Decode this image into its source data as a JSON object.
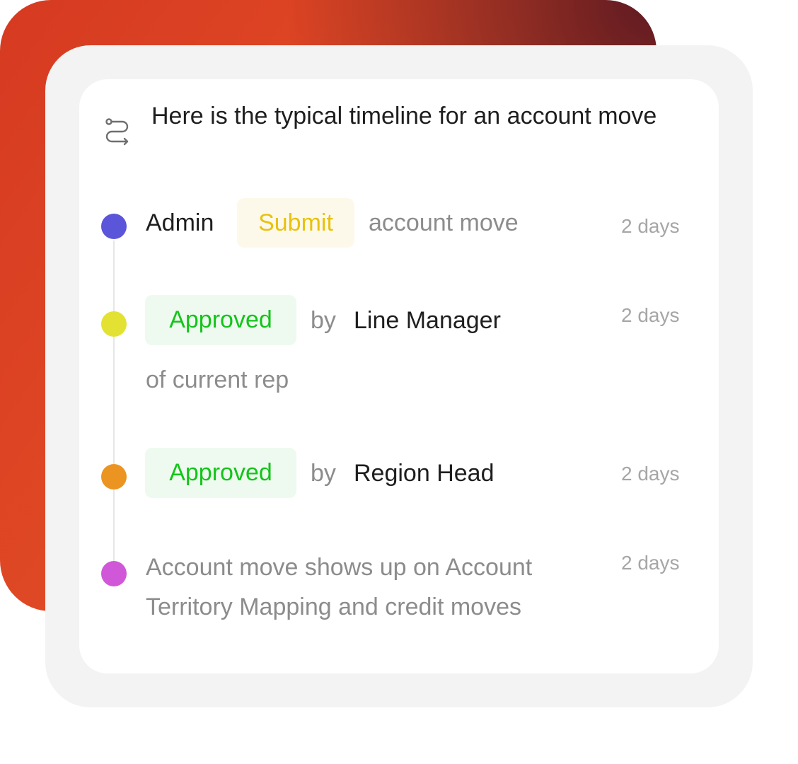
{
  "header": {
    "title": "Here is the typical timeline for an account move",
    "icon": "route-icon"
  },
  "colors": {
    "dot_1": "#5a55d9",
    "dot_2": "#e3e232",
    "dot_3": "#eb9422",
    "dot_4": "#d058d8",
    "approved_text": "#14c41a",
    "submit_text": "#e8c20e"
  },
  "timeline": [
    {
      "actor": "Admin",
      "action": "Submit",
      "object": "account move",
      "time": "2 days"
    },
    {
      "status": "Approved",
      "by": "by",
      "actor": "Line Manager",
      "detail": "of current rep",
      "time": "2 days"
    },
    {
      "status": "Approved",
      "by": "by",
      "actor": "Region Head",
      "time": "2 days"
    },
    {
      "text": "Account move shows up on Account Territory Mapping and credit moves",
      "time": "2 days"
    }
  ]
}
